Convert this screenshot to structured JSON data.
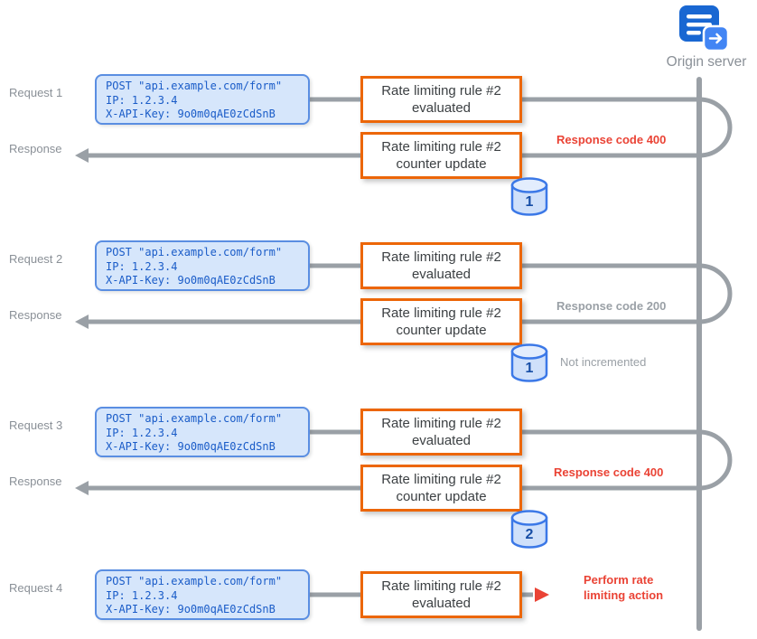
{
  "origin": {
    "label": "Origin server"
  },
  "lanes": {
    "labels": [
      "Request 1",
      "Response",
      "Request 2",
      "Response",
      "Request 3",
      "Response",
      "Request 4"
    ]
  },
  "request_card": {
    "line1": "POST \"api.example.com/form\"",
    "line2": "IP: 1.2.3.4",
    "line3": "X-API-Key: 9o0m0qAE0zCdSnB"
  },
  "rule_box": {
    "evaluated": "Rate limiting rule #2 evaluated",
    "counter_update": "Rate limiting rule #2 counter update"
  },
  "counters": [
    "1",
    "1",
    "2"
  ],
  "annotations": {
    "response_1": "Response code 400",
    "response_2": "Response code 200",
    "counter_note": "Not incremented",
    "response_3": "Response code 400",
    "final_action": "Perform rate limiting action"
  },
  "colors": {
    "accent_orange": "#ec6608",
    "card_blue_fill": "#d6e6fb",
    "card_blue_border": "#5a8ee2",
    "card_text_blue": "#1a5cc8",
    "alert_red": "#ea4335",
    "line_gray": "#9aa0a6",
    "muted_text": "#8a9097",
    "icon_blue": "#1967d2"
  }
}
